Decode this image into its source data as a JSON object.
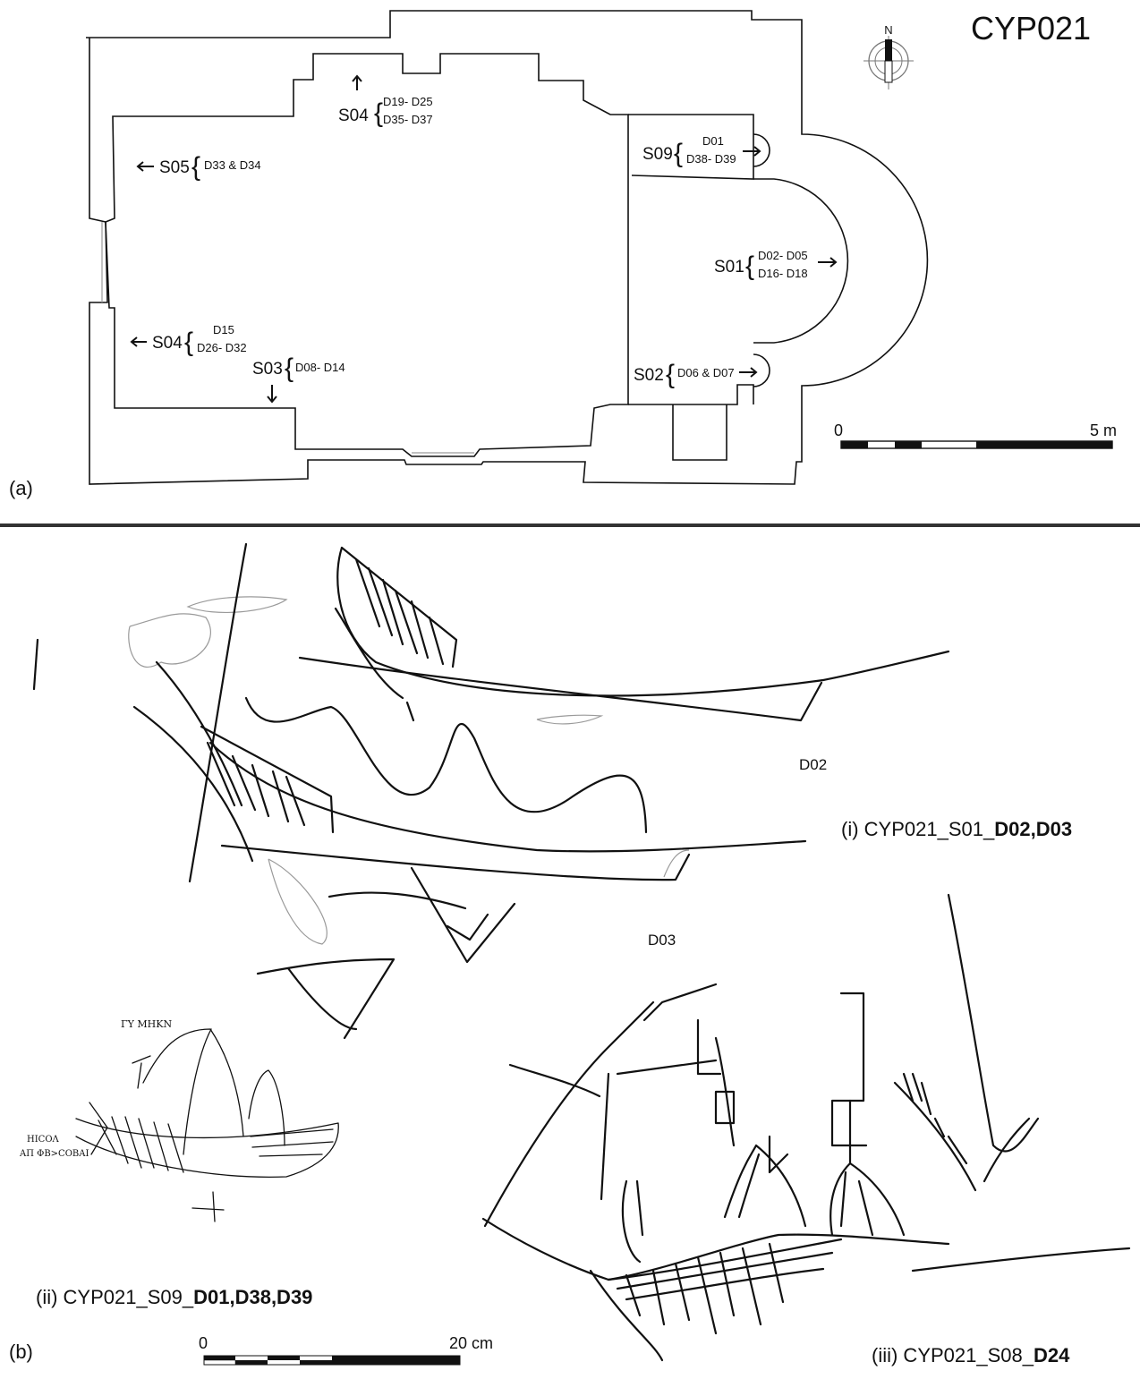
{
  "site_code": "CYP021",
  "panel_a": {
    "label": "(a)",
    "north": "N",
    "stations": [
      {
        "code": "S04",
        "ranges": [
          "D19- D25",
          "D35- D37"
        ]
      },
      {
        "code": "S05",
        "ranges": [
          "D33 & D34"
        ]
      },
      {
        "code": "S09",
        "ranges": [
          "D01",
          "D38- D39"
        ]
      },
      {
        "code": "S01",
        "ranges": [
          "D02- D05",
          "D16- D18"
        ]
      },
      {
        "code": "S04",
        "ranges": [
          "D15",
          "D26- D32"
        ]
      },
      {
        "code": "S03",
        "ranges": [
          "D08- D14"
        ]
      },
      {
        "code": "S02",
        "ranges": [
          "D06 & D07"
        ]
      }
    ],
    "scale": {
      "start": "0",
      "end": "5 m"
    }
  },
  "panel_b": {
    "label": "(b)",
    "drawing_labels": {
      "d02": "D02",
      "d03": "D03"
    },
    "captions": [
      {
        "prefix": "(i) CYP021_S01_",
        "bold": "D02,D03"
      },
      {
        "prefix": "(ii) CYP021_S09_",
        "bold": "D01,D38,D39"
      },
      {
        "prefix": "(iii) CYP021_S08_",
        "bold": "D24"
      }
    ],
    "scale": {
      "start": "0",
      "end": "20 cm"
    }
  }
}
